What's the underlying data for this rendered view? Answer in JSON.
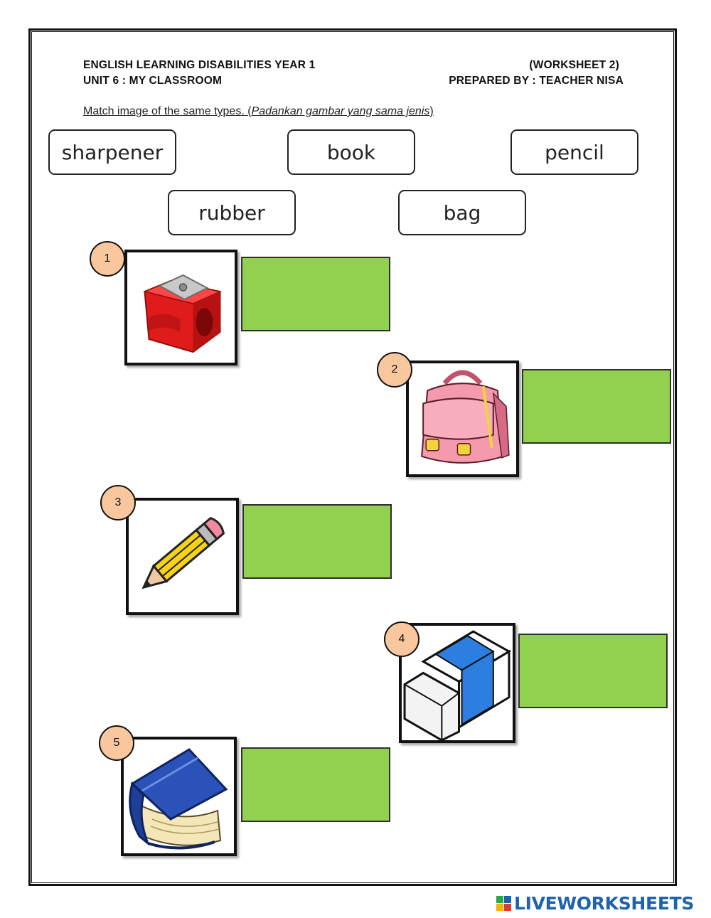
{
  "header": {
    "title_line1": "ENGLISH LEARNING DISABILITIES YEAR 1",
    "title_line2": "UNIT 6 : MY CLASSROOM",
    "worksheet": "(WORKSHEET 2)",
    "prepared_by": "PREPARED BY : TEACHER NISA"
  },
  "instruction": {
    "english": "Match image of the same types.",
    "open_paren": " (",
    "malay": "Padankan gambar yang sama jenis",
    "close_paren": ")"
  },
  "word_cards": [
    {
      "label": "sharpener"
    },
    {
      "label": "book"
    },
    {
      "label": "pencil"
    },
    {
      "label": "rubber"
    },
    {
      "label": "bag"
    }
  ],
  "items": [
    {
      "number": "1",
      "icon": "sharpener-icon"
    },
    {
      "number": "2",
      "icon": "bag-icon"
    },
    {
      "number": "3",
      "icon": "pencil-icon"
    },
    {
      "number": "4",
      "icon": "eraser-icon"
    },
    {
      "number": "5",
      "icon": "book-icon"
    }
  ],
  "colors": {
    "drop_zone": "#92d050",
    "number_badge": "#f8c79e",
    "brand": "#1e63ad"
  },
  "brand": {
    "name": "LIVEWORKSHEETS"
  }
}
